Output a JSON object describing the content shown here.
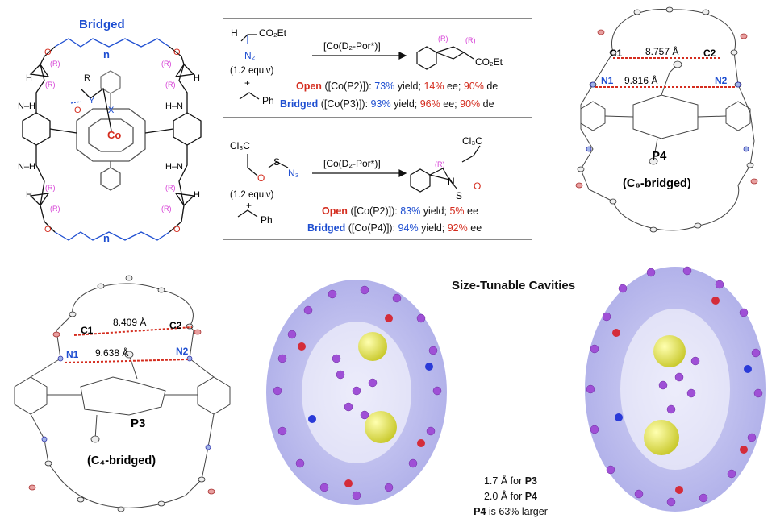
{
  "macrocycle": {
    "bridged_label": "Bridged",
    "n_label": "n",
    "metal": "Co",
    "stereo": "(R)",
    "atom_O": "O",
    "atom_H": "H",
    "atom_N": "N",
    "atom_R": "R",
    "atom_Y": "Y",
    "atom_X": "X",
    "nh": "N–H",
    "hn": "H–N"
  },
  "reaction1": {
    "reagent_top": "CO₂Et",
    "reagent_H": "H",
    "reagent_N2": "N₂",
    "equiv": "(1.2 equiv)",
    "plus": "+",
    "ph": "Ph",
    "catalyst": "[Co(D₂-Por*)]",
    "product_group": "CO₂Et",
    "stereo": "(R)",
    "open_label": "Open",
    "open_cat": "([Co(P2)]):",
    "open_yield": "73%",
    "open_yield_word": "yield;",
    "open_ee": "14%",
    "open_ee_word": "ee;",
    "open_de": "90%",
    "open_de_word": "de",
    "bridged_label": "Bridged",
    "bridged_cat": "([Co(P3)]):",
    "bridged_yield": "93%",
    "bridged_yield_word": "yield;",
    "bridged_ee": "96%",
    "bridged_ee_word": "ee;",
    "bridged_de": "90%",
    "bridged_de_word": "de"
  },
  "reaction2": {
    "cl3c": "Cl₃C",
    "o": "O",
    "s": "S",
    "n3": "N₃",
    "equiv": "(1.2 equiv)",
    "plus": "+",
    "ph": "Ph",
    "catalyst": "[Co(D₂-Por*)]",
    "product_cl3c": "Cl₃C",
    "product_n": "N",
    "product_s": "S",
    "product_o": "O",
    "stereo": "(R)",
    "open_label": "Open",
    "open_cat": "([Co(P2)]):",
    "open_yield": "83%",
    "open_yield_word": "yield;",
    "open_ee": "5%",
    "open_ee_word": "ee",
    "bridged_label": "Bridged",
    "bridged_cat": "([Co(P4)]):",
    "bridged_yield": "94%",
    "bridged_yield_word": "yield;",
    "bridged_ee": "92%",
    "bridged_ee_word": "ee"
  },
  "crystal_p4": {
    "c1": "C1",
    "c2": "C2",
    "n1": "N1",
    "n2": "N2",
    "d_cc": "8.757 Å",
    "d_nn": "9.816 Å",
    "name": "P4",
    "bridge": "(C₆-bridged)"
  },
  "crystal_p3": {
    "c1": "C1",
    "c2": "C2",
    "n1": "N1",
    "n2": "N2",
    "d_cc": "8.409 Å",
    "d_nn": "9.638 Å",
    "name": "P3",
    "bridge": "(C₄-bridged)"
  },
  "cavities": {
    "title": "Size-Tunable Cavities",
    "line1_value": "1.7 Å for",
    "line1_name": "P3",
    "line2_value": "2.0 Å for",
    "line2_name": "P4",
    "line3_name": "P4",
    "line3_text": "is 63% larger"
  },
  "colors": {
    "blue": "#1f4fd1",
    "red": "#d42c1e",
    "magenta": "#d63fd6",
    "cavity": "#8f8fe0",
    "sulfur": "#e6e63a"
  }
}
